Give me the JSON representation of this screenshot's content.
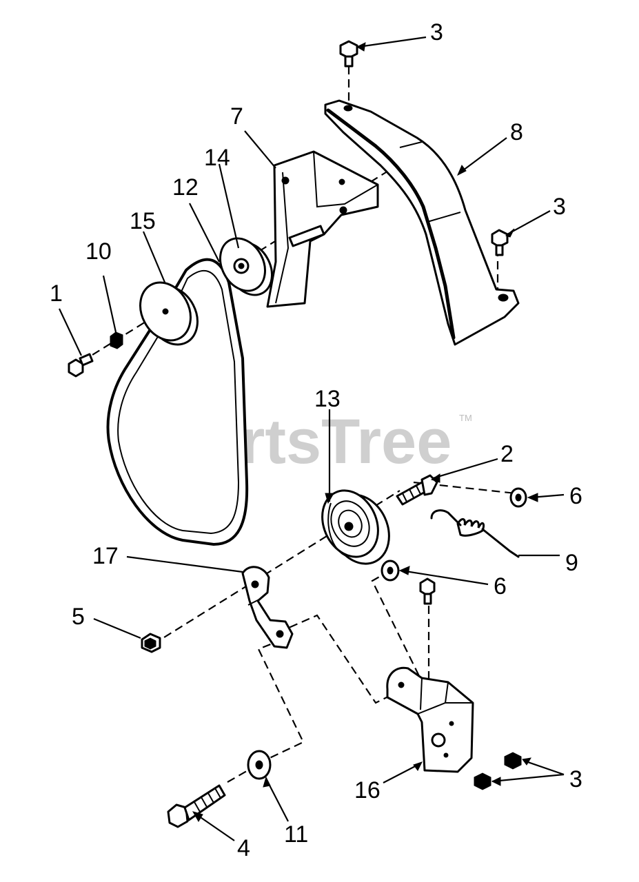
{
  "watermark": {
    "text": "PartsTree",
    "trademark": "TM"
  },
  "callouts": [
    {
      "id": "c3a",
      "label": "3"
    },
    {
      "id": "c8",
      "label": "8"
    },
    {
      "id": "c7",
      "label": "7"
    },
    {
      "id": "c14",
      "label": "14"
    },
    {
      "id": "c12",
      "label": "12"
    },
    {
      "id": "c15",
      "label": "15"
    },
    {
      "id": "c10",
      "label": "10"
    },
    {
      "id": "c1",
      "label": "1"
    },
    {
      "id": "c3b",
      "label": "3"
    },
    {
      "id": "c13",
      "label": "13"
    },
    {
      "id": "c2",
      "label": "2"
    },
    {
      "id": "c6a",
      "label": "6"
    },
    {
      "id": "c9",
      "label": "9"
    },
    {
      "id": "c6b",
      "label": "6"
    },
    {
      "id": "c17",
      "label": "17"
    },
    {
      "id": "c5",
      "label": "5"
    },
    {
      "id": "c3c",
      "label": "3"
    },
    {
      "id": "c16",
      "label": "16"
    },
    {
      "id": "c11",
      "label": "11"
    },
    {
      "id": "c4",
      "label": "4"
    }
  ]
}
